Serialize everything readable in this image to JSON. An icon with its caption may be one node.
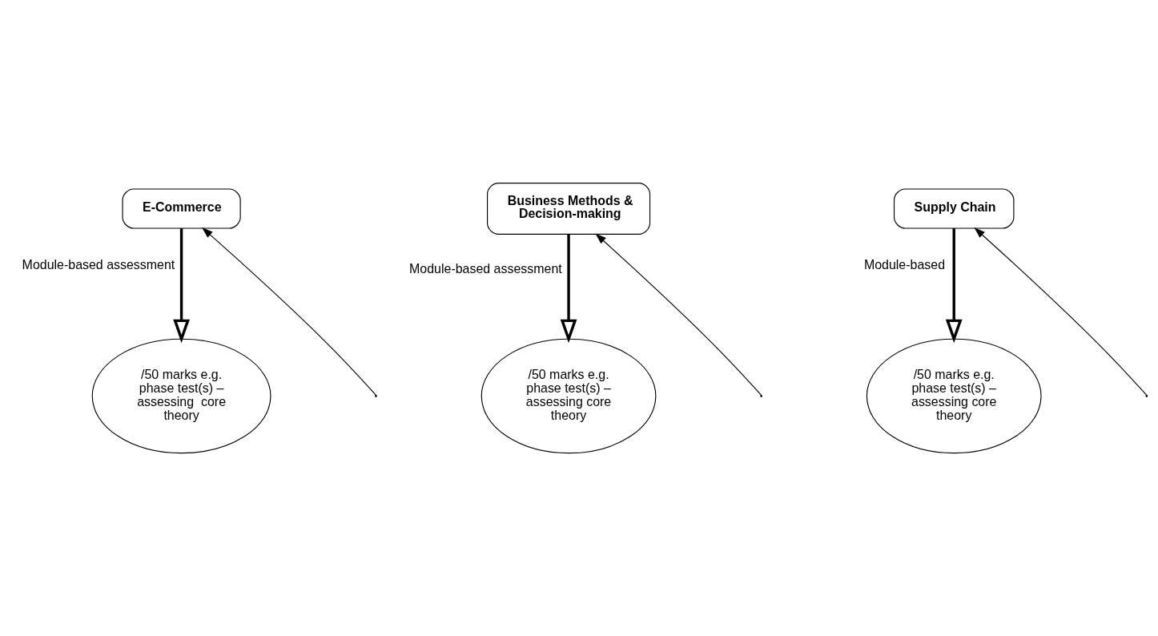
{
  "diagram": {
    "nodes": [
      {
        "text": [
          "E-Commerce"
        ]
      },
      {
        "text": [
          "Business Methods & Decision-making"
        ]
      },
      {
        "text": [
          "Supply Chain"
        ]
      },
      {
        "text": [
          "/50 marks e.g. phase test(s) – assessing  core theory"
        ]
      },
      {
        "text": [
          "/50 marks e.g. phase test(s) – assessing core theory"
        ]
      },
      {
        "text": [
          "/50 marks e.g. phase test(s) – assessing core theory"
        ]
      }
    ],
    "edges": [
      {
        "from": 0,
        "to": 3,
        "arrow": "to",
        "label": "Module-based assessment",
        "style": "thick"
      },
      {
        "from": null,
        "to": 0,
        "arrow": "to"
      },
      {
        "from": 1,
        "to": 4,
        "arrow": "to",
        "label": "Module-based assessment",
        "style": "thick"
      },
      {
        "from": null,
        "to": 1,
        "arrow": "to"
      },
      {
        "from": null,
        "to": 2,
        "arrow": "to"
      },
      {
        "from": 2,
        "to": 5,
        "arrow": "to",
        "label": "Module-based",
        "style": "thick"
      }
    ]
  }
}
